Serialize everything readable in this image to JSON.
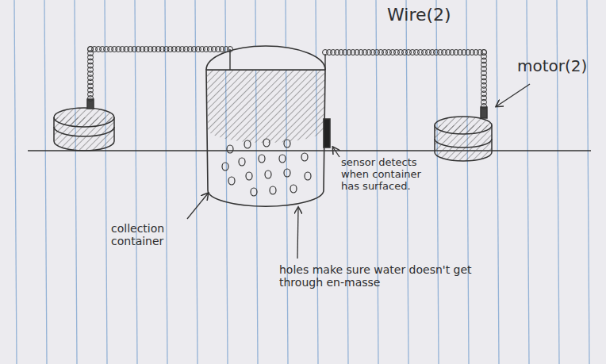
{
  "diagram": {
    "labels": [
      "Wire(2)",
      "motor(2)",
      "sensor detects when container has surfaced.",
      "collection container",
      "holes make sure water doesn't get through en-masse"
    ]
  }
}
